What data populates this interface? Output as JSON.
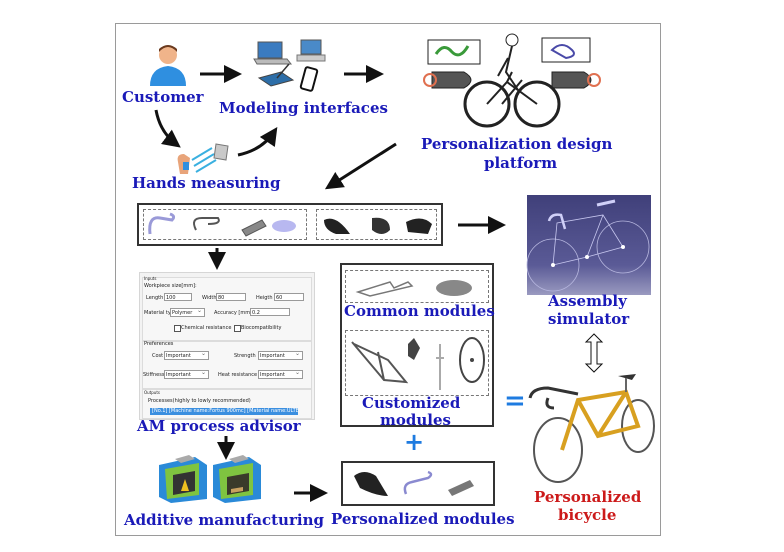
{
  "nodes": {
    "customer": "Customer",
    "modeling_interfaces": "Modeling interfaces",
    "hands_measuring": "Hands measuring",
    "design_platform_line1": "Personalization design",
    "design_platform_line2": "platform",
    "assembly_simulator_line1": "Assembly",
    "assembly_simulator_line2": "simulator",
    "common_modules": "Common modules",
    "customized_modules_line1": "Customized",
    "customized_modules_line2": "modules",
    "am_process_advisor": "AM process advisor",
    "additive_manufacturing": "Additive manufacturing",
    "personalized_modules": "Personalized modules",
    "personalized_bicycle_line1": "Personalized",
    "personalized_bicycle_line2": "bicycle"
  },
  "operators": {
    "equals": "=",
    "plus": "+"
  },
  "advisor_dialog": {
    "inputs_title": "Inputs",
    "workpiece_label": "Workpiece size[mm]:",
    "length_label": "Length",
    "length_value": "100",
    "width_label": "Width",
    "width_value": "80",
    "height_label": "Heigth",
    "height_value": "60",
    "material_label": "Material type",
    "material_value": "Polymer",
    "accuracy_label": "Accuracy [mm]",
    "accuracy_value": "0.2",
    "chemical_label": "Chemical resistance",
    "biocompat_label": "Biocompatibility",
    "preferences_title": "Preferences",
    "cost_label": "Cost",
    "cost_value": "Important",
    "strength_label": "Strength",
    "strength_value": "Important",
    "stiffness_label": "Stiffness",
    "stiffness_value": "Important",
    "heat_label": "Heat resistance",
    "heat_value": "Important",
    "outputs_title": "Outputs",
    "processes_label": "Processes(highly to lowly recommended)",
    "process_row": "[No.1]  [Machine name:Fortus 900mc]  [Material name:ULTEM"
  },
  "colors": {
    "label_blue": "#1a1ab8",
    "label_red": "#cc1a1a",
    "operator_blue": "#1e7be0"
  }
}
